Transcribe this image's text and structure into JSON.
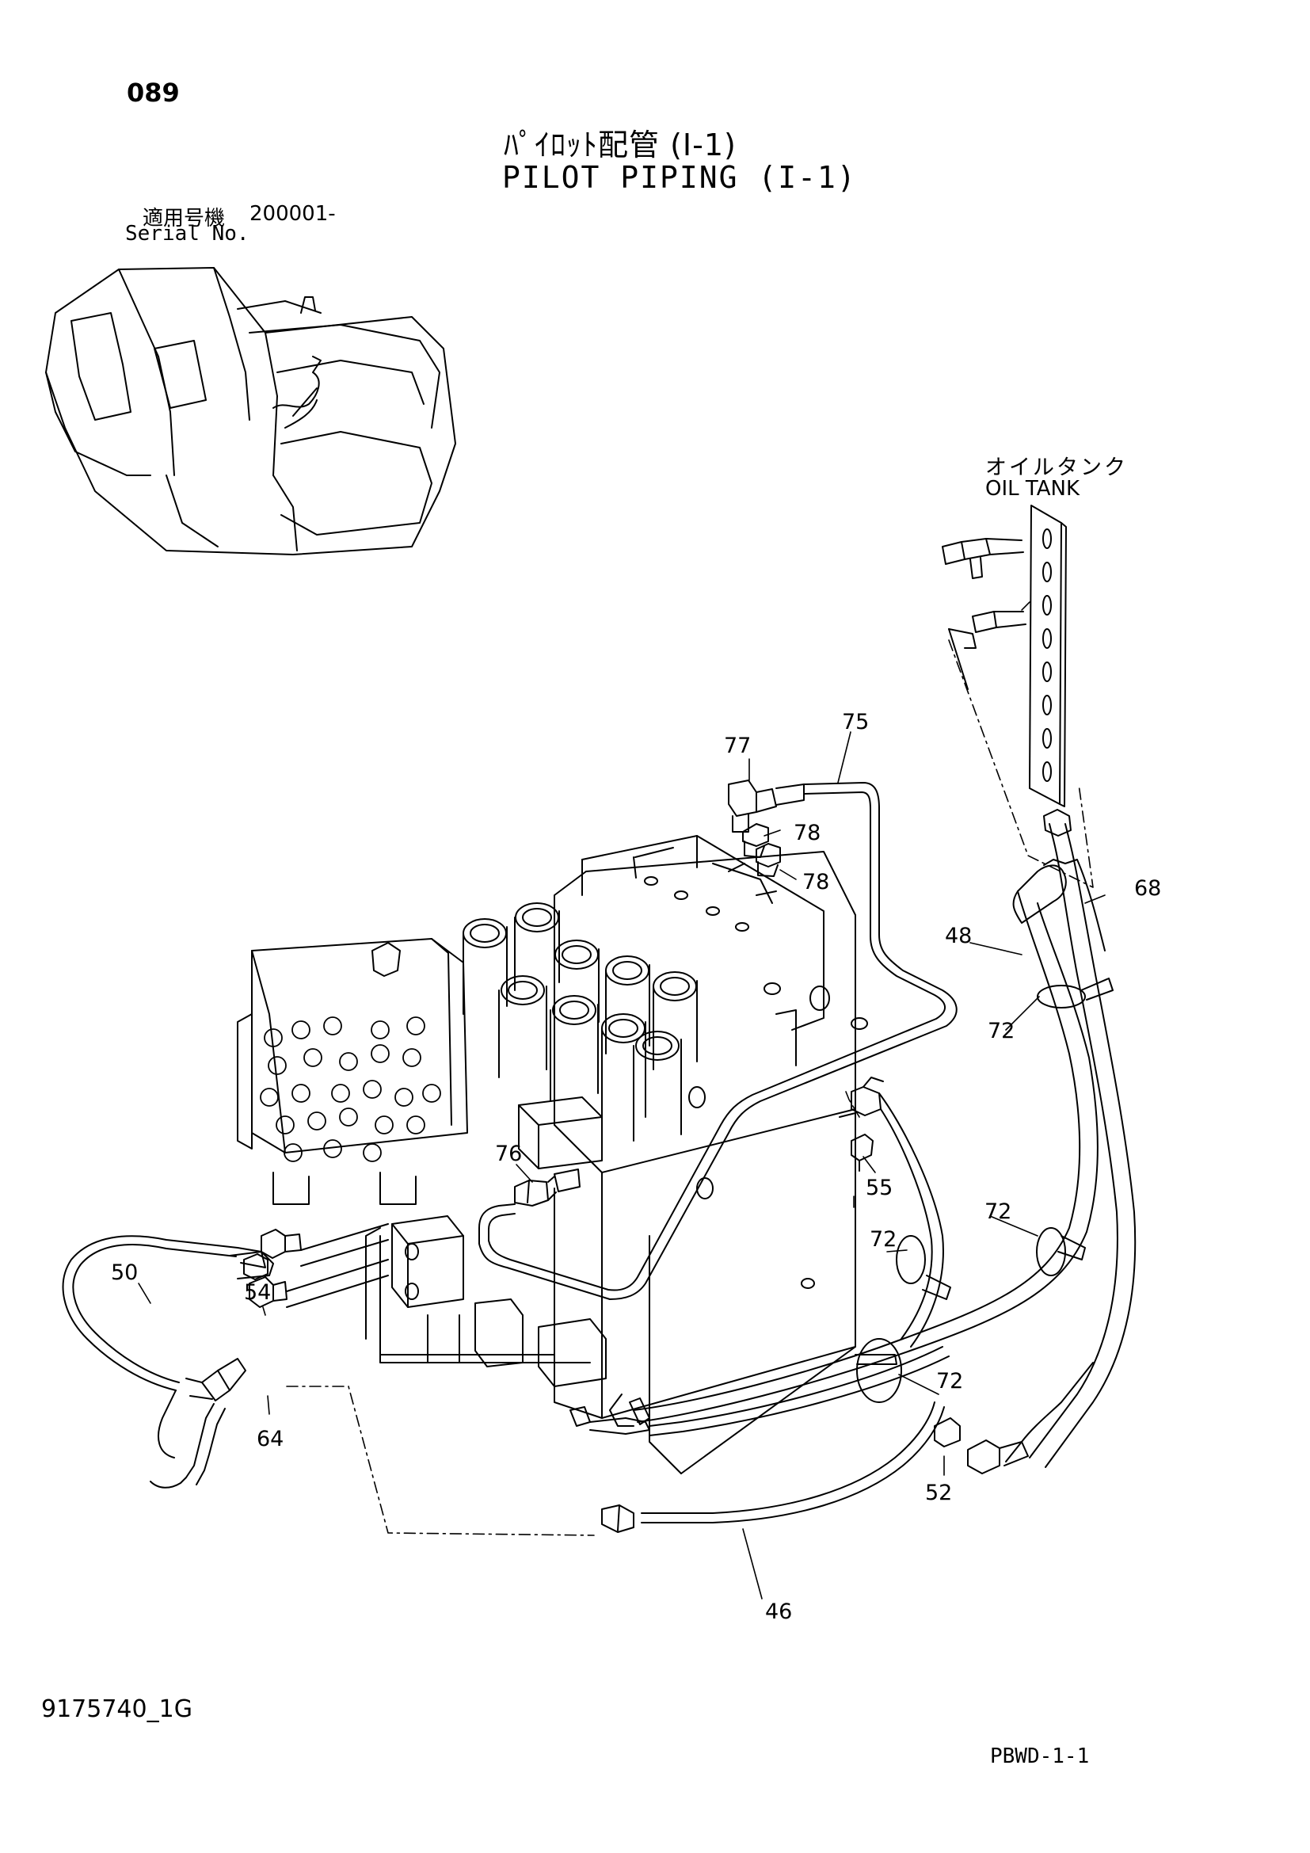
{
  "page_number": "089",
  "title": {
    "jp": "ﾊﾟｲﾛｯﾄ配管 (I-1)",
    "en": "PILOT PIPING (I-1)"
  },
  "serial": {
    "label_jp": "適用号機",
    "value": "200001-",
    "label_en": "Serial No."
  },
  "oil_tank": {
    "jp": "オイルタンク",
    "en": "OIL TANK"
  },
  "callouts": {
    "c75": "75",
    "c77": "77",
    "c78a": "78",
    "c78b": "78",
    "c68": "68",
    "c48": "48",
    "c72a": "72",
    "c76": "76",
    "c55": "55",
    "c72b": "72",
    "c72c": "72",
    "c50": "50",
    "c54": "54",
    "c64": "64",
    "c72d": "72",
    "c52": "52",
    "c46": "46"
  },
  "footer": {
    "doc_id": "9175740_1G",
    "sheet_id": "PBWD-1-1"
  }
}
